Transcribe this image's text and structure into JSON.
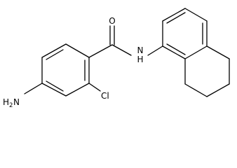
{
  "molecule": {
    "labels": {
      "carbonyl_oxygen": "O",
      "amide_nitrogen": "N",
      "amide_hydrogen": "H",
      "amino_hydrogen": "H",
      "amino_subscript": "2",
      "amino_nitrogen": "N",
      "chlorine": "Cl"
    }
  }
}
